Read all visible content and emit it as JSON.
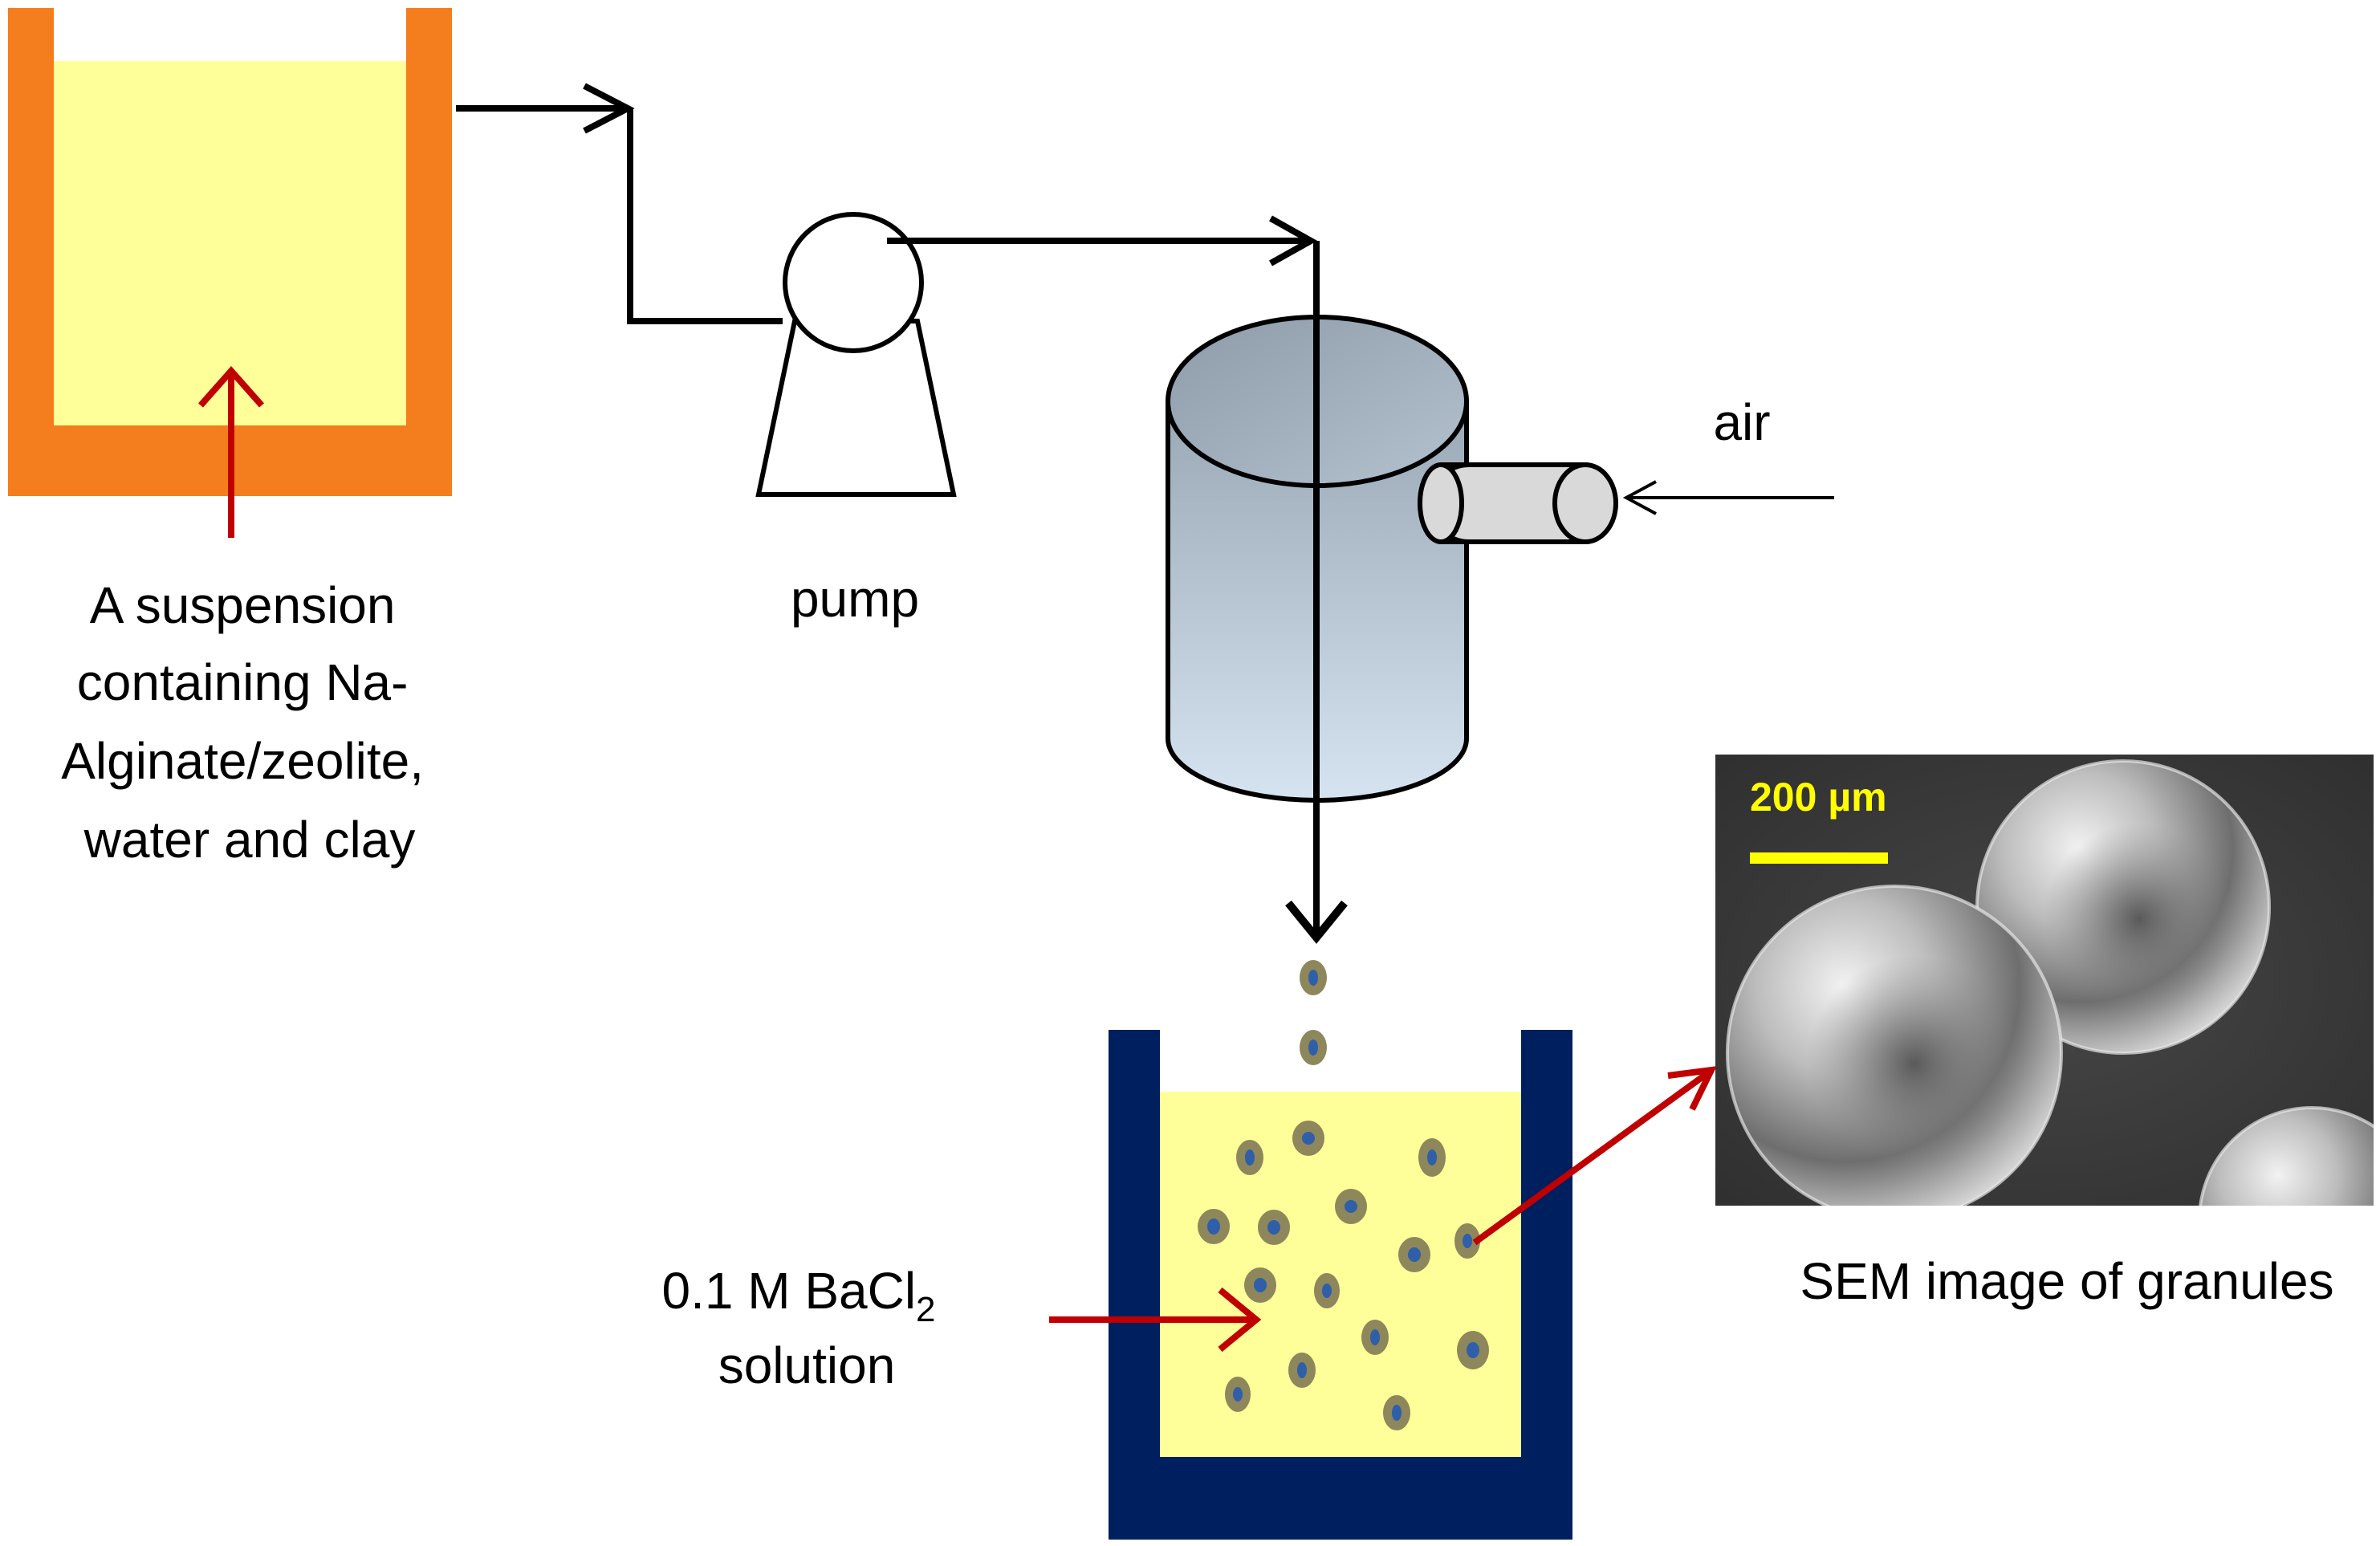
{
  "labels": {
    "suspension": [
      "A suspension",
      "containing Na-",
      "Alginate/zeolite,",
      "water and  clay"
    ],
    "pump": "pump",
    "air": "air",
    "bacl2_prefix": "0.1 M BaCl",
    "bacl2_subscript": "2",
    "bacl2_line2": "solution",
    "sem_caption": "SEM image of granules",
    "scale_bar": "200 µm"
  },
  "colors": {
    "orange_beaker": "#F47D1E",
    "suspension_fill": "#FFFF99",
    "navy_beaker": "#001F5F",
    "bath_fill": "#FFFF99",
    "granule_shell": "#8E875B",
    "granule_core": "#2F5FA8",
    "red_arrow": "#C00000",
    "scale_bar": "#FFFF00",
    "flow_line": "#000000",
    "sem_background": "#3B3B3B"
  }
}
